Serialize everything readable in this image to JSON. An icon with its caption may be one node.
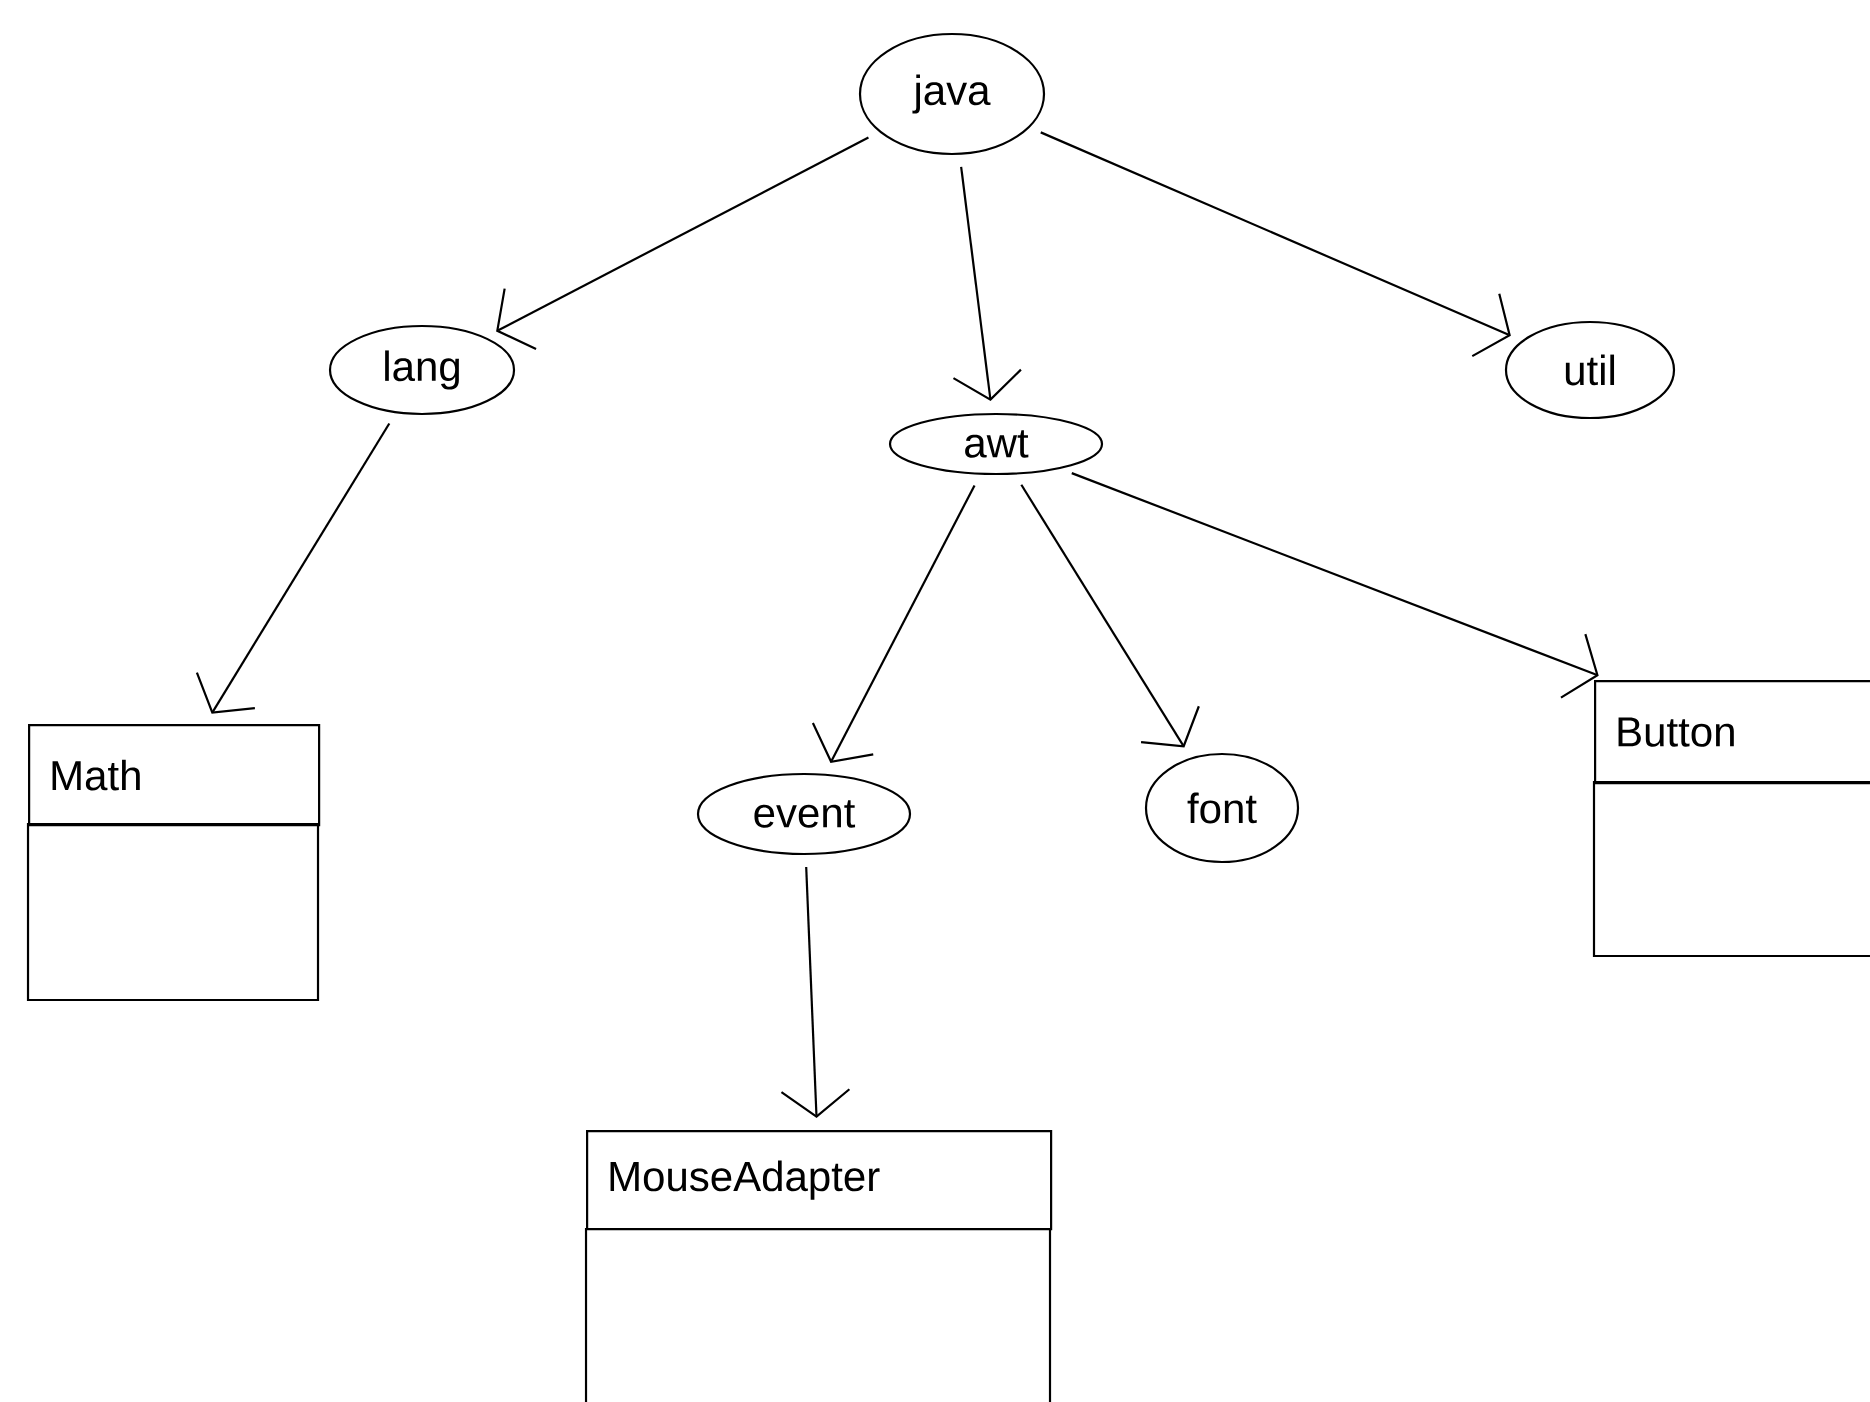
{
  "diagram": {
    "nodes": [
      {
        "text": [
          "java"
        ]
      },
      {
        "text": [
          "lang"
        ]
      },
      {
        "text": [
          "awt"
        ]
      },
      {
        "text": [
          "util"
        ]
      },
      {
        "text": [
          "Math"
        ]
      },
      {
        "text": [
          "event"
        ]
      },
      {
        "text": [
          "font"
        ]
      },
      {
        "text": [
          "Button"
        ]
      },
      {
        "text": [
          "MouseAdapter"
        ]
      }
    ],
    "edges": [
      {
        "from": 0,
        "to": 1,
        "arrow": "to"
      },
      {
        "from": 0,
        "to": 2,
        "arrow": "to"
      },
      {
        "from": 0,
        "to": 3,
        "arrow": "to"
      },
      {
        "from": 1,
        "to": 4,
        "arrow": "to"
      },
      {
        "from": 2,
        "to": 5,
        "arrow": "to"
      },
      {
        "from": 2,
        "to": 6,
        "arrow": "to"
      },
      {
        "from": 2,
        "to": 7,
        "arrow": "to"
      },
      {
        "from": 5,
        "to": 8,
        "arrow": "to"
      }
    ]
  }
}
